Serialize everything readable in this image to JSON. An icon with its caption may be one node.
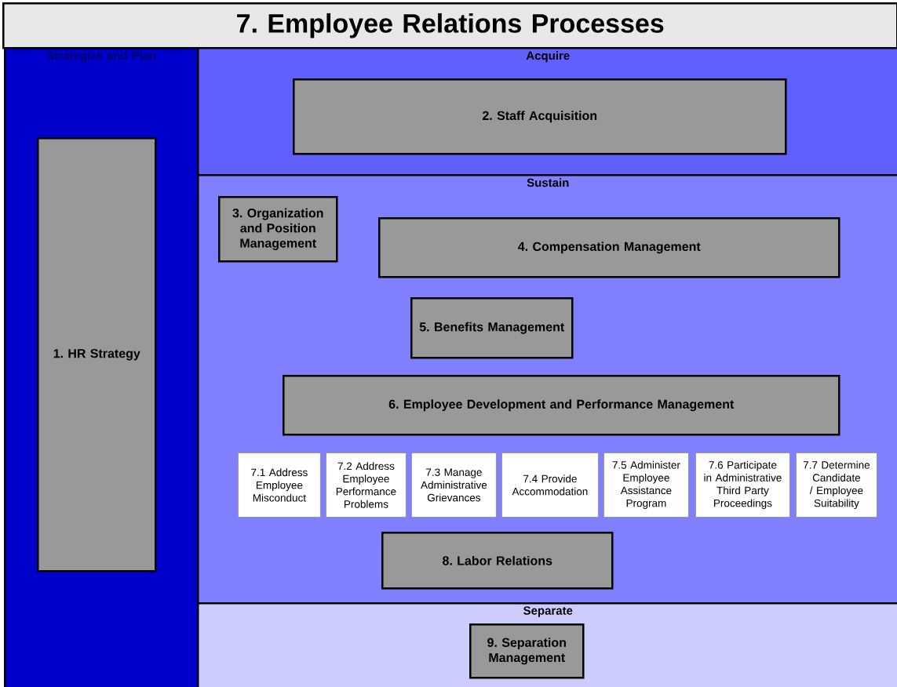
{
  "diagram": {
    "nodes": [
      {
        "text": [
          "7. Employee Relations Processes"
        ]
      },
      {
        "text": [
          "Strategize and Plan"
        ]
      },
      {
        "text": [
          "1. HR Strategy"
        ],
        "in": 1
      },
      {
        "text": [
          "Acquire"
        ]
      },
      {
        "text": [
          "2. Staff Acquisition"
        ],
        "in": 3
      },
      {
        "text": [
          "Sustain"
        ]
      },
      {
        "text": [
          "3. Organization and Position Management"
        ],
        "in": 5
      },
      {
        "text": [
          "4. Compensation Management"
        ],
        "in": 5
      },
      {
        "text": [
          "5. Benefits Management"
        ],
        "in": 5
      },
      {
        "text": [
          "6. Employee Development and Performance Management"
        ],
        "in": 5
      },
      {
        "text": [
          "7.1 Address Employee Misconduct"
        ],
        "in": 5
      },
      {
        "text": [
          "7.2 Address Employee Performance Problems"
        ],
        "in": 5
      },
      {
        "text": [
          "7.3 Manage Administrative Grievances"
        ],
        "in": 5
      },
      {
        "text": [
          "7.4 Provide Accommodation"
        ],
        "in": 5
      },
      {
        "text": [
          "7.5 Administer Employee Assistance Program"
        ],
        "in": 5
      },
      {
        "text": [
          "7.6 Participate in Administrative Third Party Proceedings"
        ],
        "in": 5
      },
      {
        "text": [
          "7.7 Determine Candidate / Employee Suitability"
        ],
        "in": 5
      },
      {
        "text": [
          "8. Labor Relations"
        ],
        "in": 5
      },
      {
        "text": [
          "Separate"
        ]
      },
      {
        "text": [
          "9. Separation Management"
        ],
        "in": 18
      }
    ],
    "edges": []
  }
}
